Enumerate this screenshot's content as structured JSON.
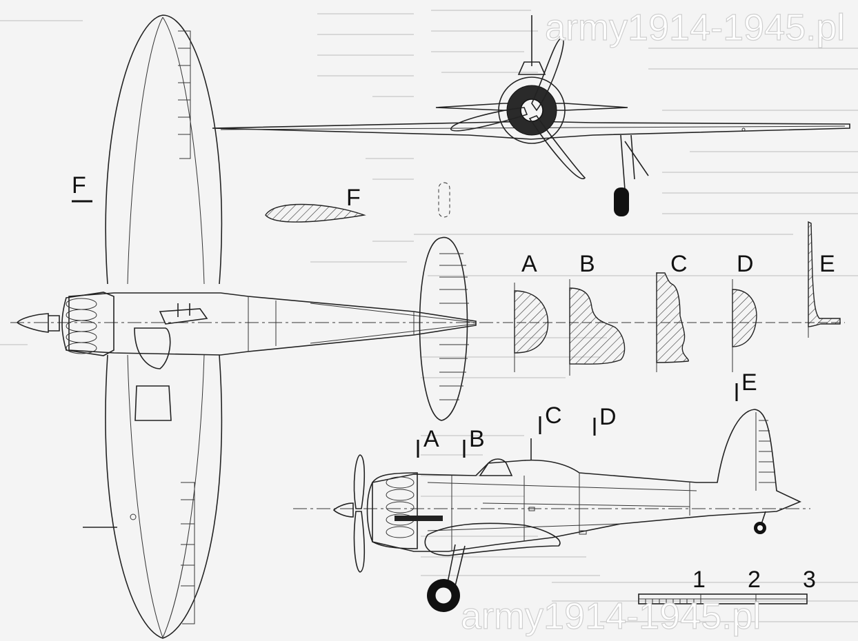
{
  "watermark": "army1914-1945.pl",
  "labels": {
    "wing_section": "F",
    "wing_section_mark": "F",
    "sec_A": "A",
    "sec_B": "B",
    "sec_C": "C",
    "sec_D": "D",
    "sec_E": "E",
    "stn_A": "A",
    "stn_B": "B",
    "stn_C": "C",
    "stn_D": "D",
    "stn_E": "E"
  },
  "scale_bar": {
    "ticks": [
      "1",
      "2",
      "3"
    ]
  },
  "colors": {
    "line": "#222222",
    "paper": "#f4f4f4",
    "tire": "#111111"
  }
}
